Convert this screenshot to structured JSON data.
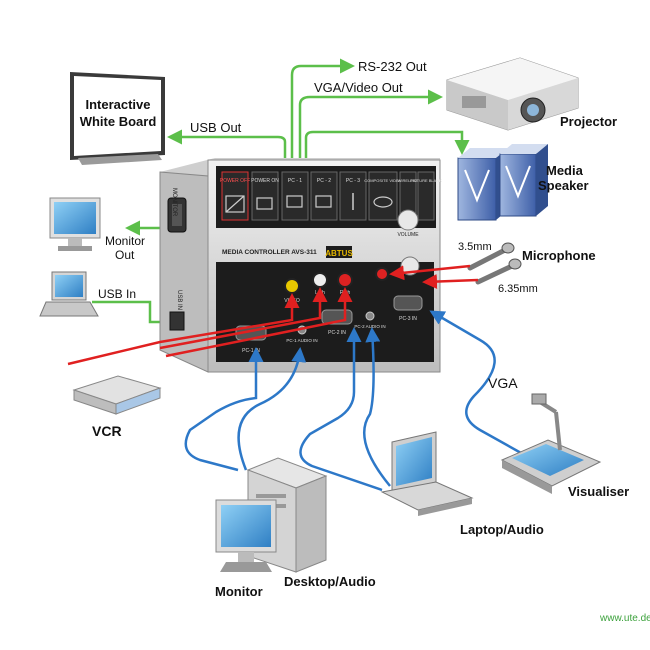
{
  "labels": {
    "rs232": "RS-232 Out",
    "vga_video_out": "VGA/Video Out",
    "usb_out": "USB Out",
    "whiteboard_line1": "Interactive",
    "whiteboard_line2": "White Board",
    "projector": "Projector",
    "media_speaker_line1": "Media",
    "media_speaker_line2": "Speaker",
    "mic_35": "3.5mm",
    "microphone": "Microphone",
    "mic_635": "6.35mm",
    "monitor_out_line1": "Monitor",
    "monitor_out_line2": "Out",
    "usb_in": "USB In",
    "vga": "VGA",
    "vcr": "VCR",
    "visualiser": "Visualiser",
    "laptop_audio": "Laptop/Audio",
    "desktop_audio": "Desktop/Audio",
    "monitor": "Monitor",
    "watermark": "www.ute.de"
  },
  "device": {
    "model": "MEDIA CONTROLLER   AVS-311",
    "brand": "ABTUS",
    "side_monitor": "MONITOR",
    "side_usbin": "USB IN",
    "volume": "VOLUME",
    "buttons": [
      "POWER OFF",
      "POWER ON",
      "PC - 1",
      "PC - 2",
      "PC - 3",
      "COMPOSITE VIDEO",
      "WIRELESS",
      "PICTURE BLANK"
    ],
    "ports": [
      "PC-1 IN",
      "PC-1 AUDIO IN",
      "PC-2 IN",
      "PC-2 AUDIO IN",
      "PC-3 IN"
    ],
    "jacks": [
      "VIDEO",
      "L-ch",
      "R-ch"
    ]
  },
  "colors": {
    "green_cable": "#5cbf4a",
    "red_cable": "#e02020",
    "blue_cable": "#2d78c8",
    "device_black": "#1c1c1c",
    "device_silver": "#d9d9d9",
    "screen_blue": "#4fa3de"
  }
}
